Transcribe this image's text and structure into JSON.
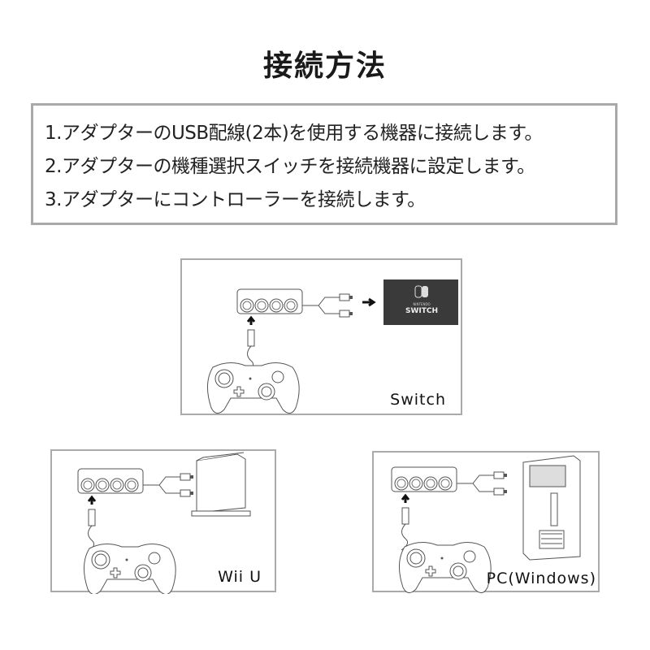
{
  "title": "接続方法",
  "steps": [
    "1.アダプターのUSB配線(2本)を使用する機器に接続します。",
    "2.アダプターの機種選択スイッチを接続機器に設定します。",
    "3.アダプターにコントローラーを接続します。"
  ],
  "diagrams": {
    "switch": {
      "label": "Switch",
      "console_logo": "SWITCH",
      "console_brand": "NINTENDO"
    },
    "wiiu": {
      "label": "Wii U"
    },
    "pc": {
      "label": "PC(Windows)"
    }
  },
  "colors": {
    "border": "#aaaaaa",
    "console_dark": "#3a3a3a"
  }
}
